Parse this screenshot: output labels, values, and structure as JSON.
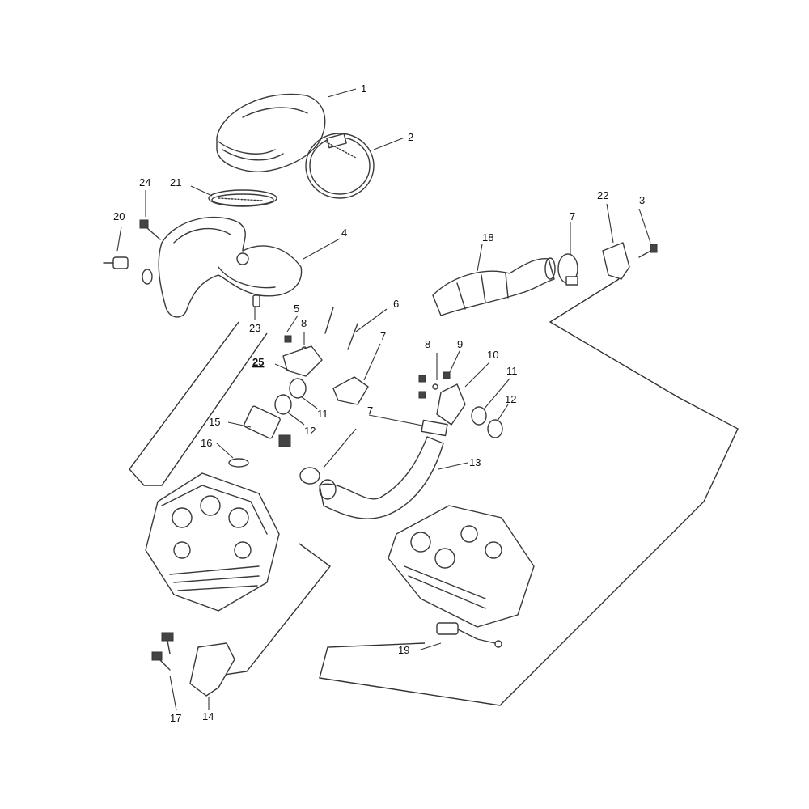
{
  "callouts": {
    "c1": "1",
    "c2": "2",
    "c3": "3",
    "c4": "4",
    "c5": "5",
    "c6": "6",
    "c7a": "7",
    "c7b": "7",
    "c7c": "7",
    "c8a": "8",
    "c8b": "8",
    "c9": "9",
    "c10": "10",
    "c11a": "11",
    "c11b": "11",
    "c12a": "12",
    "c12b": "12",
    "c13": "13",
    "c14": "14",
    "c15": "15",
    "c16": "16",
    "c17": "17",
    "c18": "18",
    "c19": "19",
    "c20": "20",
    "c21": "21",
    "c22": "22",
    "c23": "23",
    "c24": "24",
    "c25": "25"
  },
  "colors": {
    "line": "#3a3a3a",
    "background": "#ffffff"
  }
}
